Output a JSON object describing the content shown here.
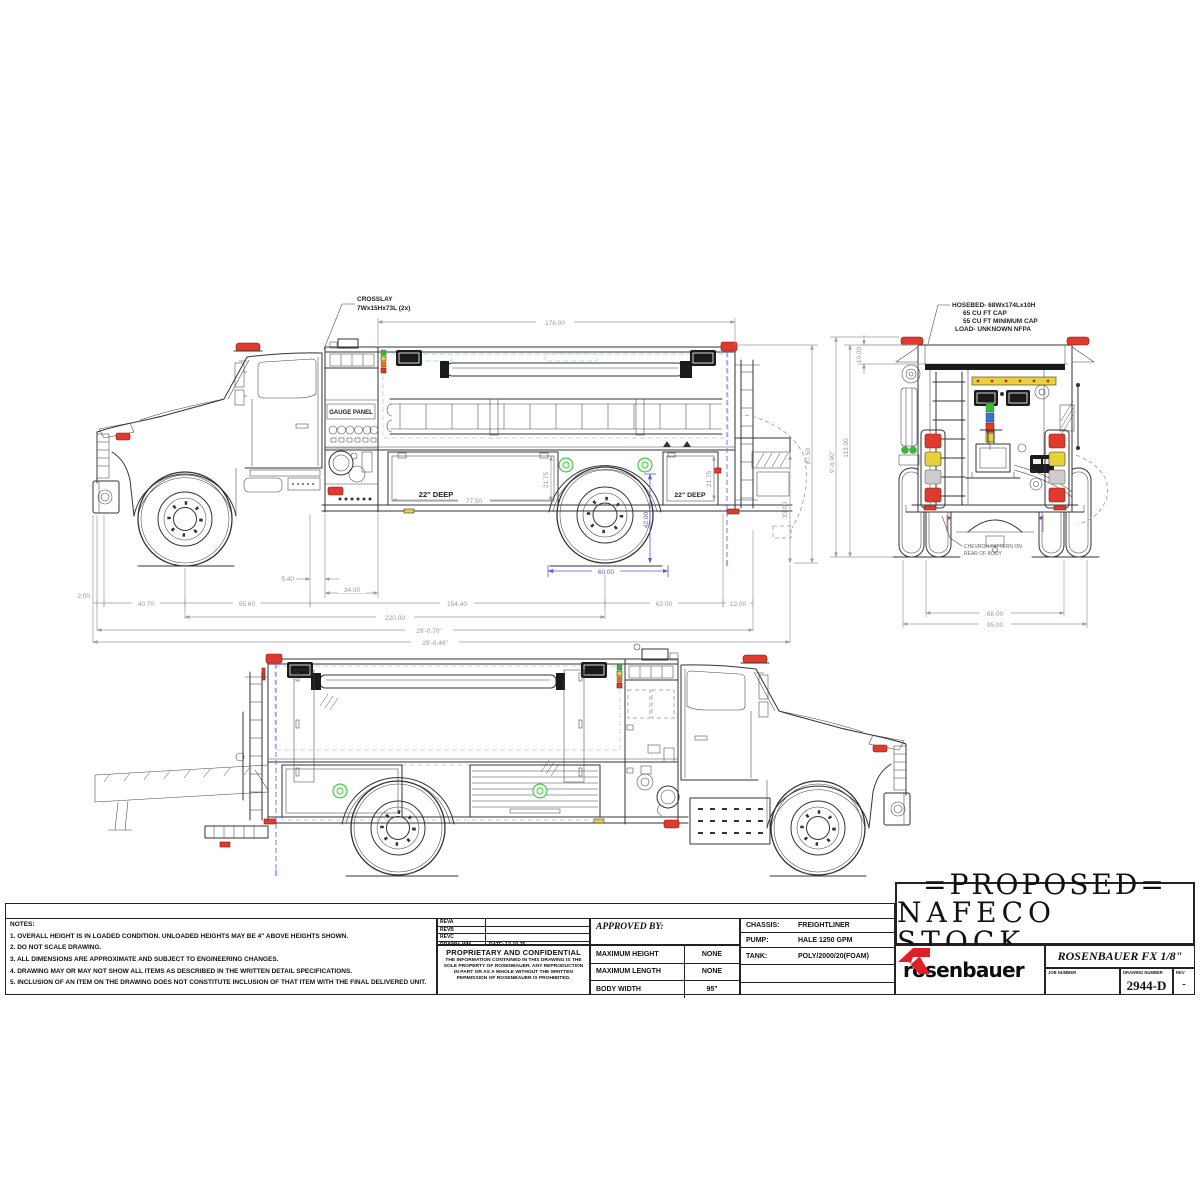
{
  "drawing": {
    "annotations": {
      "crosslay_1": "CROSSLAY",
      "crosslay_2": "7Wx15Hx73L (2x)",
      "hosebed_1": "HOSEBED- 68Wx174Lx10H",
      "hosebed_2": "65 CU FT CAP",
      "hosebed_3": "55 CU FT MINIMUM CAP",
      "hosebed_4": "LOAD- UNKNOWN NFPA",
      "gauge_panel": "GAUGE PANEL",
      "deep_front": "22\" DEEP",
      "deep_rear": "22\" DEEP",
      "chevron_1": "CHEVRON PATTERN ON",
      "chevron_2": "REAR OF BODY"
    },
    "dims_side": {
      "length_176": "176.00",
      "height_87": "87.50",
      "h33": "33.00",
      "d2175a": "21.75",
      "d2175b": "21.75",
      "w775": "77.50",
      "d540": "5.40",
      "d34": "34.00",
      "d2": "2.00",
      "d407": "40.70",
      "d656": "65.60",
      "d1544": "154.40",
      "d62": "62.00",
      "d12": "12.00",
      "d220": "220.00",
      "oal1": "29'-0.70\"",
      "oal2": "29'-9.46\"",
      "d60": "60.00",
      "d42": "42.00"
    },
    "dims_rear": {
      "d10": "10.00",
      "h96": "9'-6.00\"",
      "h113": "113.00",
      "w68": "68.00",
      "w95": "95.00"
    }
  },
  "title_block": {
    "notes": {
      "heading": "NOTES:",
      "items": [
        "1.  OVERALL HEIGHT IS IN LOADED CONDITION. UNLOADED HEIGHTS MAY BE 4\" ABOVE HEIGHTS SHOWN.",
        "2.  DO NOT SCALE DRAWING.",
        "3.  ALL DIMENSIONS ARE APPROXIMATE AND SUBJECT TO ENGINEERING CHANGES.",
        "4.  DRAWING MAY OR MAY NOT SHOW ALL ITEMS AS DESCRIBED IN THE WRITTEN DETAIL SPECIFICATIONS.",
        "5.  INCLUSION OF AN ITEM ON THE DRAWING DOES NOT CONSTITUTE INCLUSION OF THAT ITEM WITH THE FINAL DELIVERED UNIT."
      ]
    },
    "revisions": {
      "rows": [
        {
          "label": "REVA",
          "value": ""
        },
        {
          "label": "REVB",
          "value": ""
        },
        {
          "label": "REVC",
          "value": ""
        },
        {
          "label": "DRAWN: WM",
          "value": "DATE: 12-19-25"
        }
      ]
    },
    "proprietary": {
      "heading": "PROPRIETARY AND CONFIDENTIAL",
      "body": "THE INFORMATION CONTAINED IN THIS DRAWING IS THE SOLE PROPERTY OF ROSENBAUER. ANY REPRODUCTION IN PART OR AS A WHOLE WITHOUT THE WRITTEN PERMISSION OF ROSENBAUER IS PROHIBITED."
    },
    "approved_by": "APPROVED BY:",
    "limits": [
      {
        "label": "MAXIMUM HEIGHT",
        "value": "NONE"
      },
      {
        "label": "MAXIMUM LENGTH",
        "value": "NONE"
      },
      {
        "label": "BODY WIDTH",
        "value": "95\""
      }
    ],
    "specs": [
      {
        "label": "CHASSIS:",
        "value": "FREIGHTLINER"
      },
      {
        "label": "PUMP:",
        "value": "HALE 1250 GPM"
      },
      {
        "label": "TANK:",
        "value": "POLY/2000/20(FOAM)"
      }
    ],
    "stamp_line1": "=PROPOSED=",
    "stamp_line2": "NAFECO STOCK",
    "brand": "rosenbauer",
    "model": "ROSENBAUER FX 1/8\"",
    "job_number_label": "JOB NUMBER",
    "drawing_number_label": "DRAWING NUMBER",
    "drawing_number": "2944-D",
    "rev_label": "REV",
    "rev_value": "-"
  },
  "colors": {
    "beacon_red": "#e03a2f",
    "accent_green": "#35b93c",
    "accent_yellow": "#e8d23a",
    "dim_gray": "#9a9a9a",
    "dim_blue": "#5b5bd6",
    "logo_red": "#e01f26"
  }
}
